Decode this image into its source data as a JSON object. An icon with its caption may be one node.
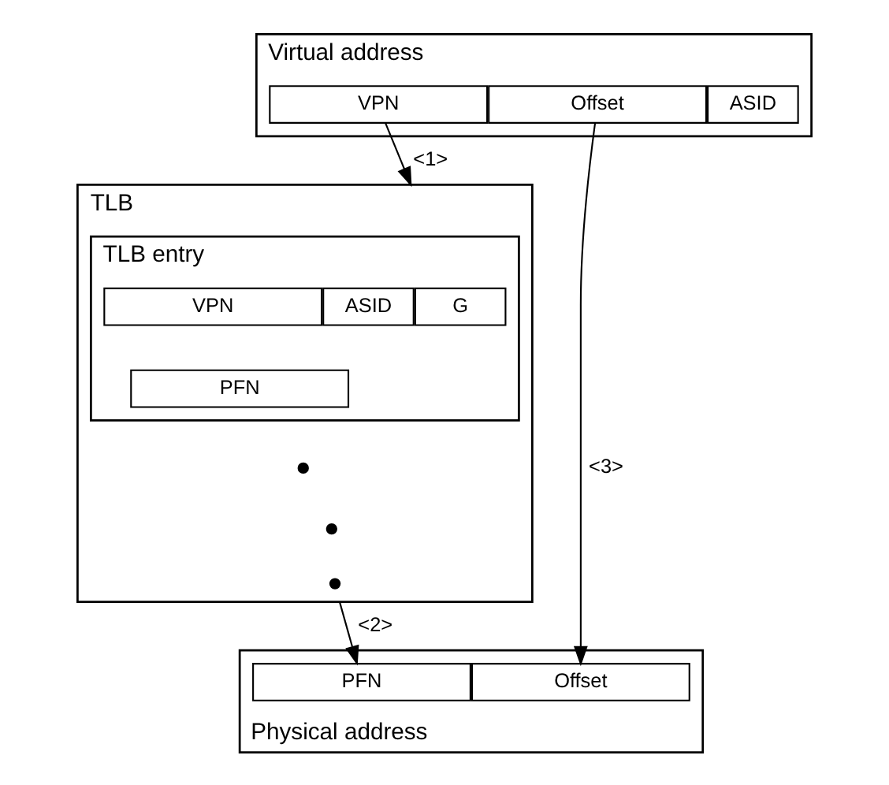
{
  "diagram": {
    "nodes": [
      {
        "text": [
          "Virtual address"
        ]
      },
      {
        "text": [
          "ASID"
        ],
        "in": 0
      },
      {
        "text": [
          "VPN"
        ],
        "in": 0
      },
      {
        "text": [
          "Offset"
        ],
        "in": 0
      },
      {
        "text": [
          "TLB"
        ]
      },
      {
        "text": [
          "TLB entry"
        ],
        "in": 4
      },
      {
        "text": [
          "G"
        ],
        "in": 5
      },
      {
        "text": [
          "ASID"
        ],
        "in": 5
      },
      {
        "text": [
          "VPN"
        ],
        "in": 5
      },
      {
        "text": [
          "PFN"
        ],
        "in": 5
      },
      {
        "text": [],
        "shape": "circle",
        "in": 4
      },
      {
        "text": [],
        "shape": "circle",
        "in": 4
      },
      {
        "text": [],
        "shape": "circle",
        "in": 4
      },
      {
        "text": [
          "Physical address"
        ]
      },
      {
        "text": [
          "PFN"
        ],
        "in": 13
      },
      {
        "text": [
          "Offset"
        ],
        "in": 13
      }
    ],
    "edges": [
      {
        "from": 2,
        "to": 4,
        "arrow": "to",
        "label": "<1>"
      },
      {
        "from": 4,
        "to": 14,
        "arrow": "to",
        "label": "<2>"
      },
      {
        "from": 3,
        "to": 15,
        "arrow": "to",
        "label": "<3>"
      }
    ]
  }
}
